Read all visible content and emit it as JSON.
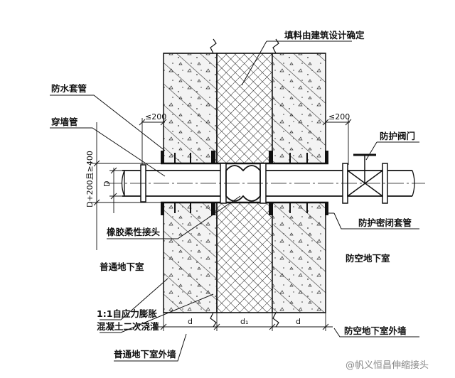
{
  "labels": {
    "fill_material": "填料由建筑设计确定",
    "waterproof_sleeve": "防水套管",
    "wall_pipe": "穿墙管",
    "protective_valve": "防护阀门",
    "rubber_joint": "橡胶柔性接头",
    "protective_sealed_sleeve": "防护密闭套管",
    "normal_basement": "普通地下室",
    "air_raid_basement": "防空地下室",
    "grout_line1": "1:1自应力膨胀",
    "grout_line2": "混凝土二次浇灌",
    "air_raid_outer_wall": "防空地下室外墙",
    "normal_outer_wall": "普通地下室外墙"
  },
  "dimensions": {
    "left_offset": "≤200",
    "right_offset": "≤200",
    "sleeve_height": "D+200且≥400",
    "pipe_diameter": "D",
    "wall_d_left": "d",
    "wall_d1": "d₁",
    "wall_d_right": "d"
  },
  "watermark": "@帆义恒昌伸缩接头",
  "colors": {
    "line": "#111111",
    "concrete": "#ececec",
    "hatch": "#111111"
  }
}
